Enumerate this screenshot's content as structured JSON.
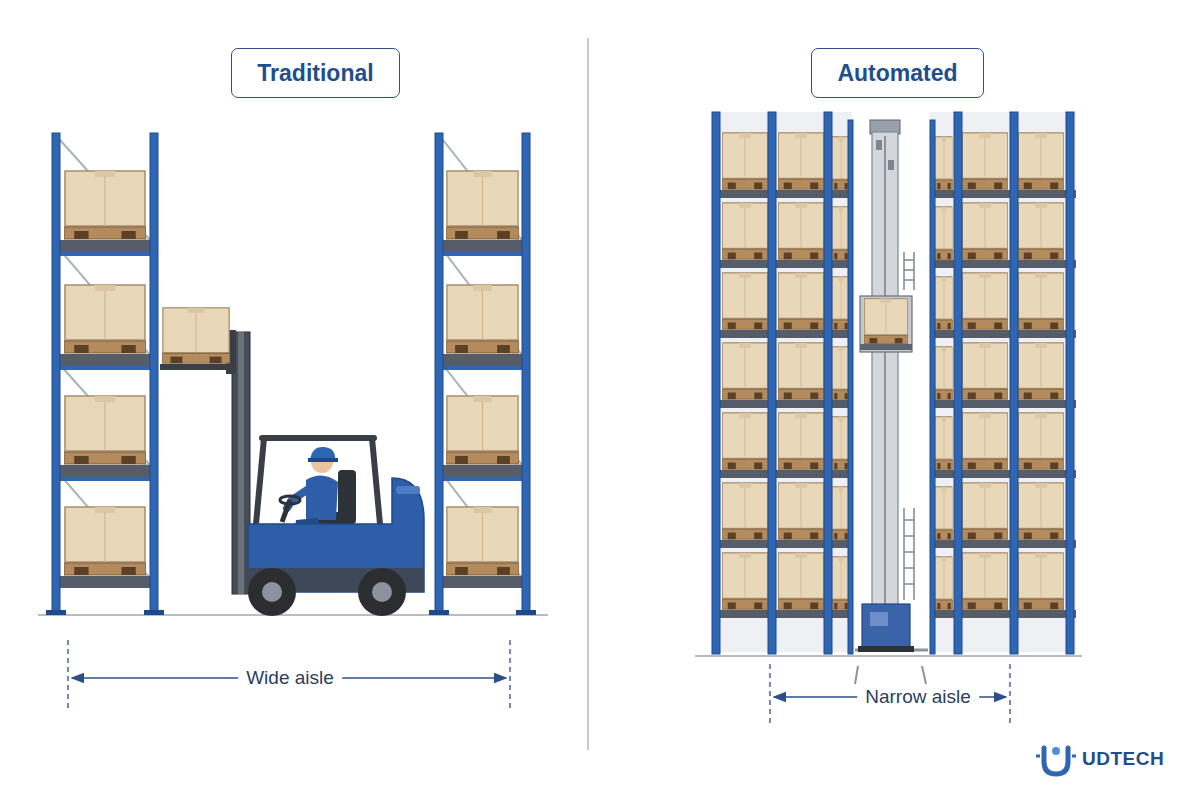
{
  "diagram": {
    "nodes": [
      {
        "text": [
          "Traditional"
        ]
      },
      {
        "text": [
          "Automated"
        ]
      }
    ],
    "labels": [
      "Wide aisle",
      "Narrow aisle",
      "UDTECH"
    ]
  }
}
